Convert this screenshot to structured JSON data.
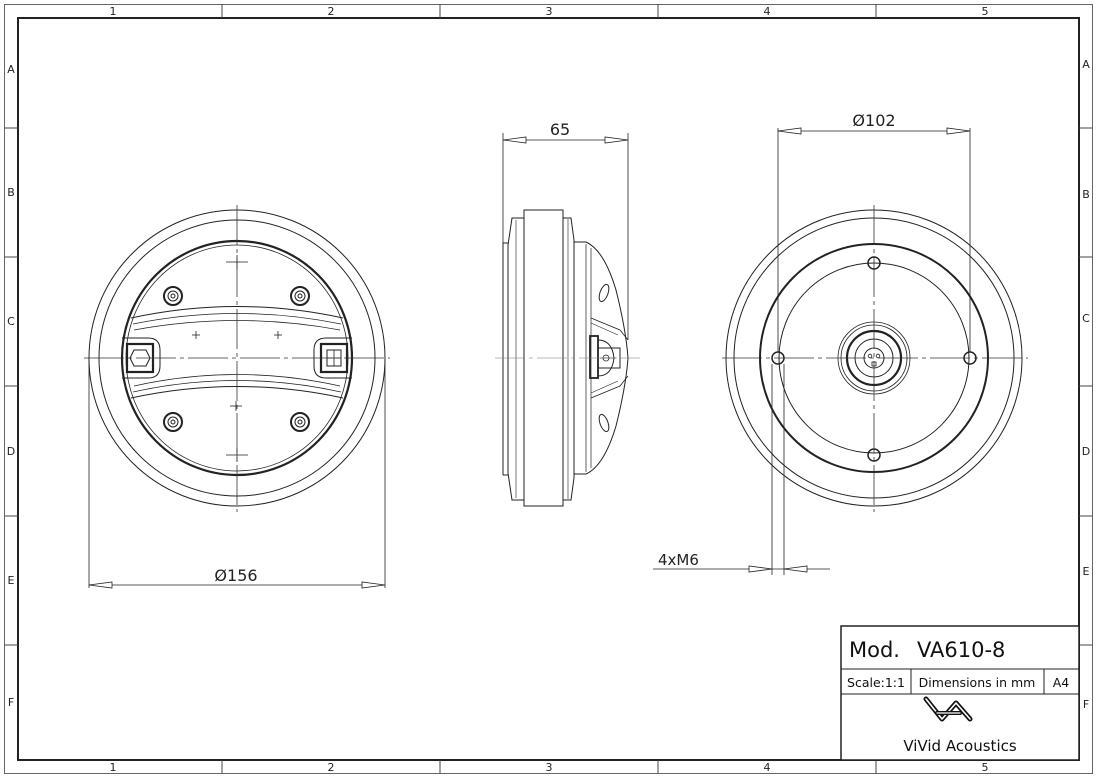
{
  "sheet": {
    "columns": [
      "1",
      "2",
      "3",
      "4",
      "5"
    ],
    "rows": [
      "A",
      "B",
      "C",
      "D",
      "E",
      "F"
    ]
  },
  "views": {
    "front": {
      "dimension_label": "Ø156"
    },
    "side": {
      "dimension_label": "65"
    },
    "rear": {
      "dimension_label": "Ø102",
      "hole_callout": "4xM6"
    }
  },
  "title_block": {
    "model_label": "Mod.",
    "model_number": "VA610-8",
    "scale": "Scale:1:1",
    "units": "Dimensions in mm",
    "paper_size": "A4",
    "logo": "vivid-acoustics-va-logo",
    "company": "ViVid Acoustics"
  },
  "colors": {
    "line": "#222222",
    "thin_line": "#444444",
    "frame": "#555555"
  }
}
